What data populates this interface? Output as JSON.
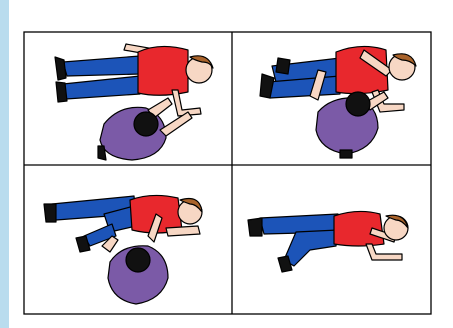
{
  "diagram": {
    "panel_count": 4,
    "colors": {
      "shirt_red": "#e8282d",
      "trousers_blue": "#1c54b8",
      "helper_shirt_purple": "#7b5aa7",
      "skin": "#f7d7c4",
      "hair_brown": "#a9632b",
      "helper_hair": "#111111",
      "outline": "#000000",
      "side_bar": "#b9dcee"
    },
    "panels": [
      {
        "id": "panel-1",
        "figures": [
          "victim-lying-on-back",
          "helper-kneeling"
        ]
      },
      {
        "id": "panel-2",
        "figures": [
          "victim-arm-across-chest",
          "helper-kneeling"
        ]
      },
      {
        "id": "panel-3",
        "figures": [
          "victim-rolling-to-side",
          "helper-kneeling"
        ]
      },
      {
        "id": "panel-4",
        "figures": [
          "victim-recovery-position"
        ]
      }
    ]
  }
}
